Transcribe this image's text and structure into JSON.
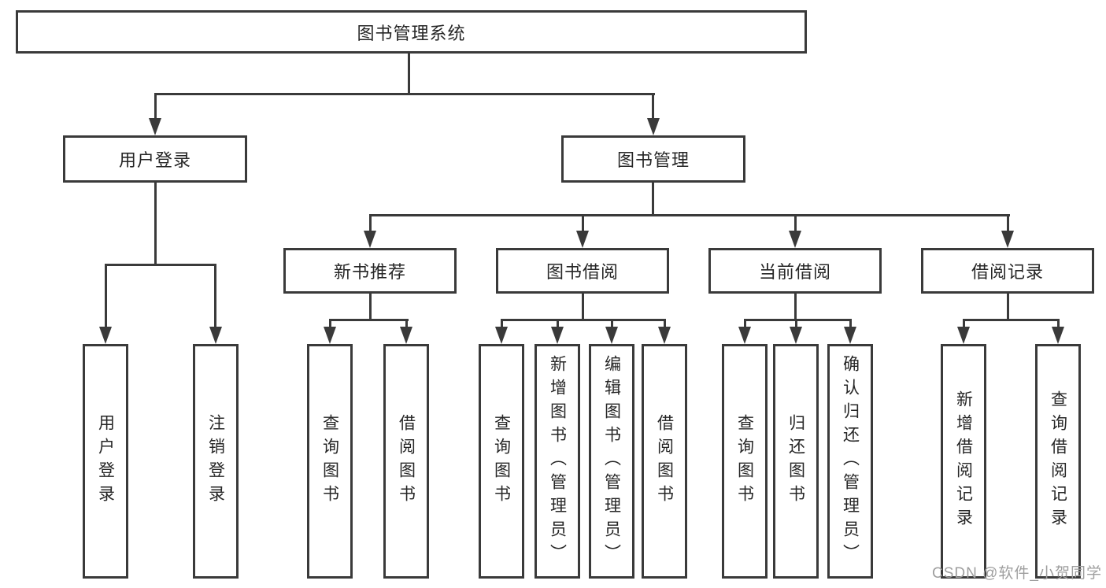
{
  "tree": {
    "root": {
      "label": "图书管理系统"
    },
    "user_login": {
      "label": "用户登录",
      "leaves": [
        {
          "label": "用户登录"
        },
        {
          "label": "注销登录"
        }
      ]
    },
    "book_mgmt": {
      "label": "图书管理",
      "groups": [
        {
          "label": "新书推荐",
          "leaves": [
            {
              "label": "查询图书"
            },
            {
              "label": "借阅图书"
            }
          ]
        },
        {
          "label": "图书借阅",
          "leaves": [
            {
              "label": "查询图书"
            },
            {
              "label": "新增图书（管理员）"
            },
            {
              "label": "编辑图书（管理员）"
            },
            {
              "label": "借阅图书"
            }
          ]
        },
        {
          "label": "当前借阅",
          "leaves": [
            {
              "label": "查询图书"
            },
            {
              "label": "归还图书"
            },
            {
              "label": "确认归还（管理员）"
            }
          ]
        },
        {
          "label": "借阅记录",
          "leaves": [
            {
              "label": "新增借阅记录"
            },
            {
              "label": "查询借阅记录"
            }
          ]
        }
      ]
    }
  },
  "watermark": {
    "text": "CSDN @软件_小贺同学"
  },
  "colors": {
    "line": "#3a3a3a",
    "text": "#262626",
    "watermark": "#9e9e9e",
    "background": "#ffffff"
  }
}
